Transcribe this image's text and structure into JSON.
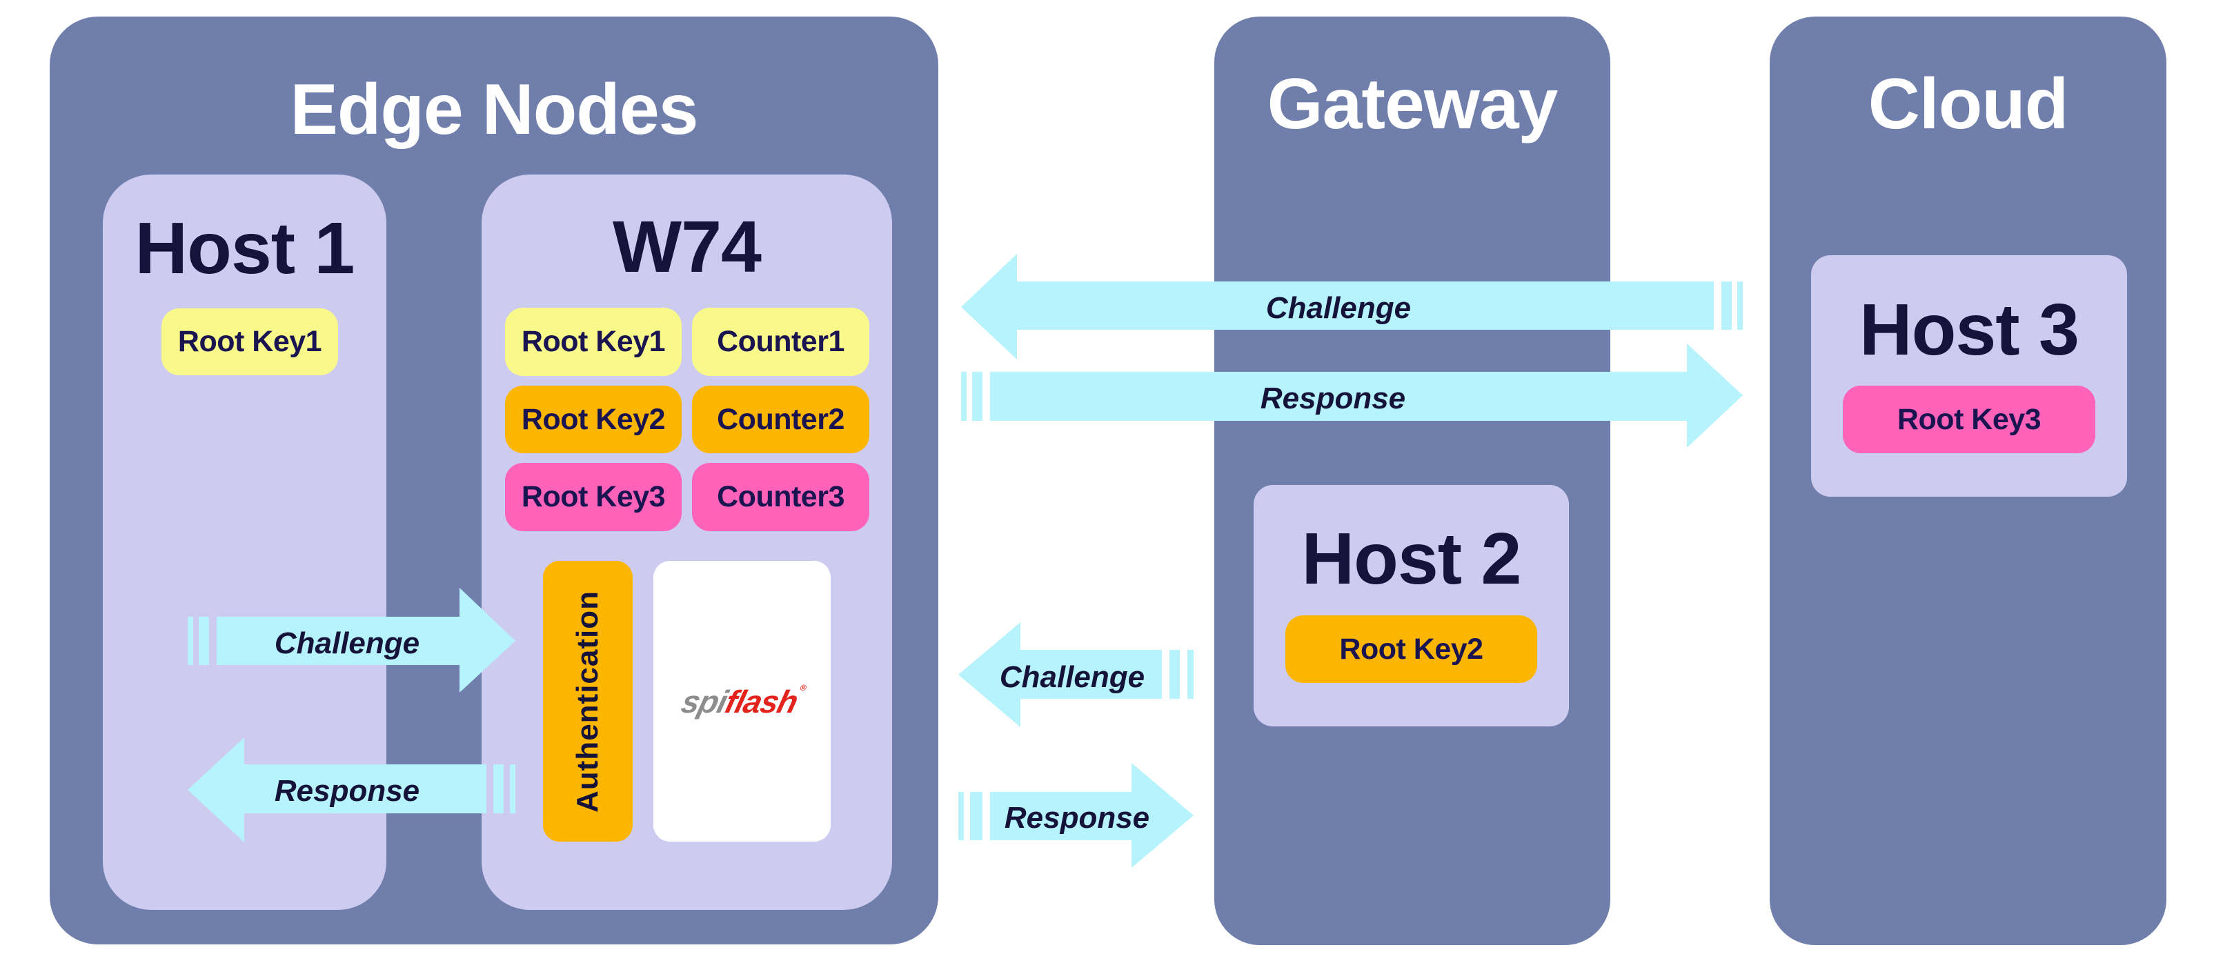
{
  "colors": {
    "panel": "#6f7eab",
    "host": "#cecbf1",
    "arrow": "#b6f3fc",
    "text_dark": "#15133a",
    "yellow": "#f8f98a",
    "orange": "#fdb600",
    "pink": "#ff63b9",
    "logo_gray": "#8d8d8d",
    "logo_red": "#e3231c"
  },
  "edge_nodes": {
    "title": "Edge Nodes",
    "host1": {
      "title": "Host 1",
      "key": "Root Key1"
    },
    "w74": {
      "title": "W74",
      "grid": [
        [
          "Root Key1",
          "Counter1"
        ],
        [
          "Root Key2",
          "Counter2"
        ],
        [
          "Root Key3",
          "Counter3"
        ]
      ],
      "auth_label": "Authentication",
      "logo": {
        "part1": "spi",
        "part2": "flash",
        "mark": "®",
        "icon": "spiflash-logo"
      }
    },
    "arrows": {
      "challenge": "Challenge",
      "response": "Response"
    }
  },
  "gateway": {
    "title": "Gateway",
    "host2": {
      "title": "Host 2",
      "key": "Root Key2"
    }
  },
  "cloud": {
    "title": "Cloud",
    "host3": {
      "title": "Host 3",
      "key": "Root Key3"
    }
  },
  "links": {
    "cloud_link": {
      "challenge": "Challenge",
      "response": "Response"
    },
    "gateway_link": {
      "challenge": "Challenge",
      "response": "Response"
    }
  }
}
